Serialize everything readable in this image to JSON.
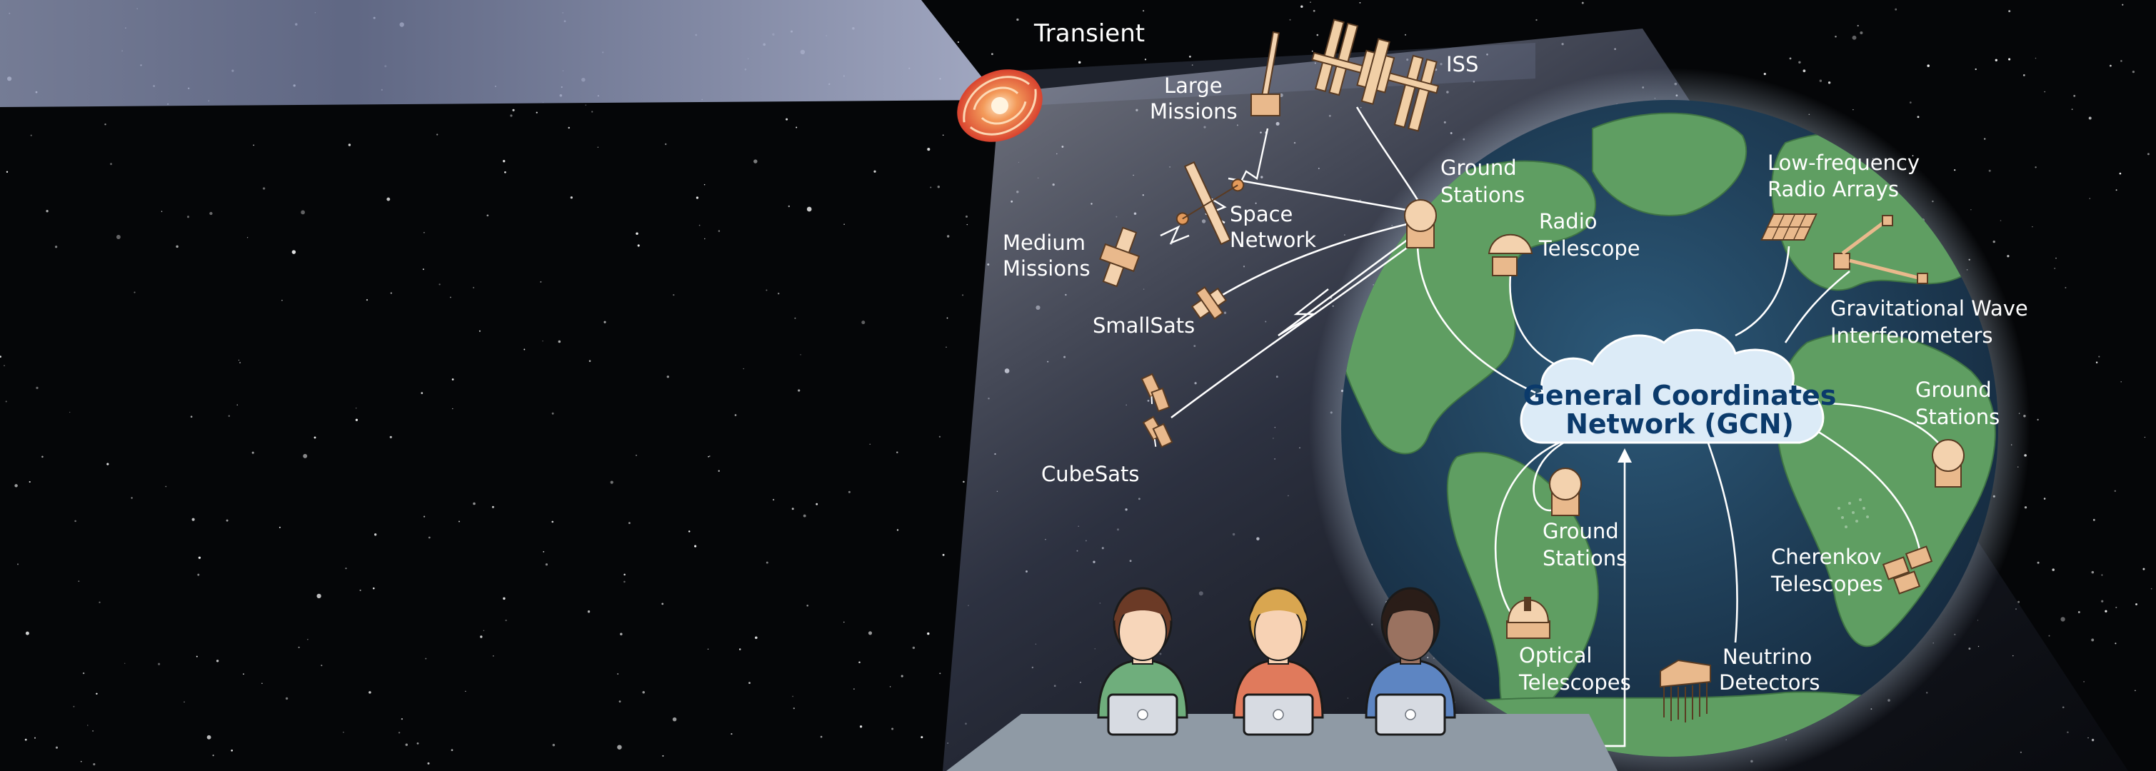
{
  "colors": {
    "sky": "#050608",
    "ocean": "#1f3f5a",
    "land": "#5f9e62",
    "cloud": "#dcebf7",
    "instrument": "#e9b98c",
    "desk": "#8f9aa5",
    "gcn_text": "#0b3a6b"
  },
  "transient": {
    "label": "Transient"
  },
  "space": {
    "iss": "ISS",
    "large_missions": [
      "Large",
      "Missions"
    ],
    "space_network": [
      "Space",
      "Network"
    ],
    "medium_missions": [
      "Medium",
      "Missions"
    ],
    "smallsats": "SmallSats",
    "cubesats": "CubeSats"
  },
  "ground": {
    "ground_stations_top": [
      "Ground",
      "Stations"
    ],
    "radio_telescope": [
      "Radio",
      "Telescope"
    ],
    "low_frequency": [
      "Low-frequency",
      "Radio Arrays"
    ],
    "gravitational_wave": [
      "Gravitational Wave",
      "Interferometers"
    ],
    "ground_stations_right": [
      "Ground",
      "Stations"
    ],
    "cherenkov": [
      "Cherenkov",
      "Telescopes"
    ],
    "neutrino": [
      "Neutrino",
      "Detectors"
    ],
    "optical": [
      "Optical",
      "Telescopes"
    ],
    "ground_stations_center": [
      "Ground",
      "Stations"
    ]
  },
  "gcn": {
    "line1": "General Coordinates",
    "line2": "Network (GCN)"
  },
  "users": [
    {
      "name": "user-left",
      "hair": "#6b3a26",
      "skin": "#f7d6ba",
      "shirt": "#6fae7c"
    },
    {
      "name": "user-middle",
      "hair": "#d9a650",
      "skin": "#f7d2b4",
      "shirt": "#e07a5c"
    },
    {
      "name": "user-right",
      "hair": "#2a1d18",
      "skin": "#9a7260",
      "shirt": "#5d85c2"
    }
  ],
  "icons": [
    "galaxy-icon",
    "iss-icon",
    "satellite-icon",
    "cubesat-icon",
    "dish-icon",
    "radome-icon",
    "observatory-icon",
    "neutrino-detector-icon",
    "laptop-icon"
  ]
}
